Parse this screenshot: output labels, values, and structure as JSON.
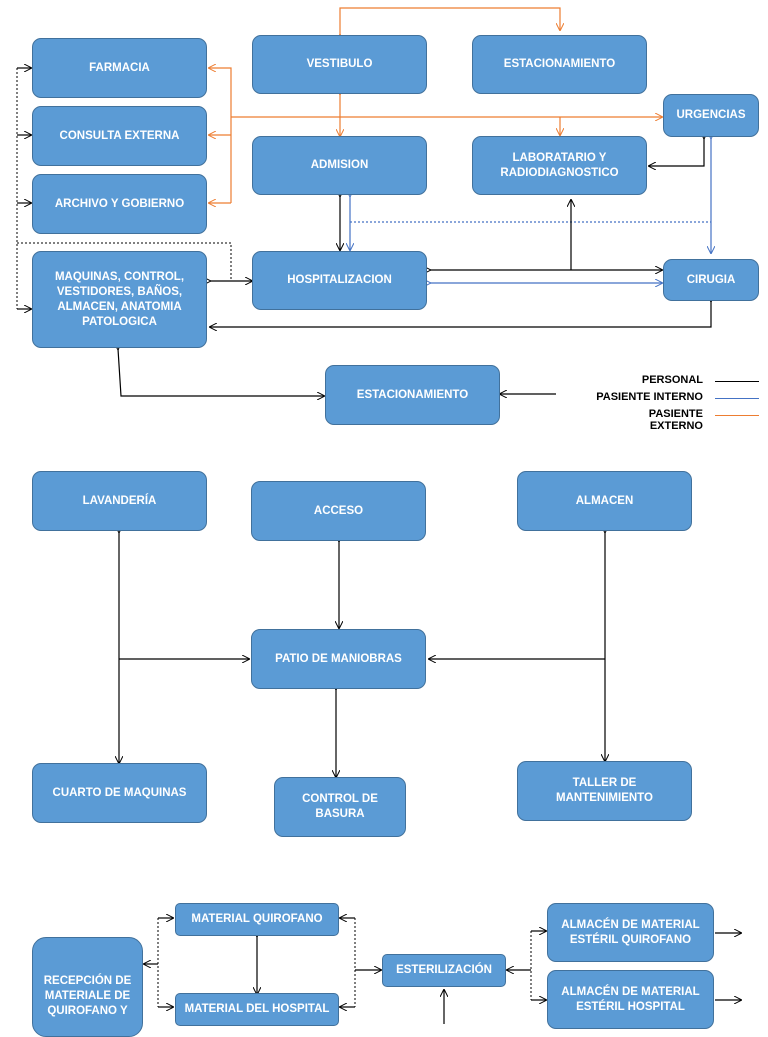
{
  "colors": {
    "box_fill": "#5b9bd5",
    "box_border": "#41719c",
    "personal": "#000000",
    "pasiente_interno": "#4472c4",
    "pasiente_externo": "#ed7d31"
  },
  "diagram1": {
    "farmacia": "FARMACIA",
    "consulta_externa": "CONSULTA EXTERNA",
    "archivo_gobierno": "ARCHIVO Y GOBIERNO",
    "maquinas": "MAQUINAS, CONTROL,\nVESTIDORES, BAÑOS,\nALMACEN, ANATOMIA\nPATOLOGICA",
    "vestibulo": "VESTIBULO",
    "admision": "ADMISION",
    "hospitalizacion": "HOSPITALIZACION",
    "estacionamiento_top": "ESTACIONAMIENTO",
    "laboratorio": "LABORATARIO Y\nRADIODIAGNOSTICO",
    "urgencias": "URGENCIAS",
    "cirugia": "CIRUGIA",
    "estacionamiento_bottom": "ESTACIONAMIENTO",
    "legend": {
      "personal": "PERSONAL",
      "pasiente_interno": "PASIENTE INTERNO",
      "pasiente_externo": "PASIENTE EXTERNO"
    }
  },
  "diagram2": {
    "lavanderia": "LAVANDERÍA",
    "acceso": "ACCESO",
    "almacen": "ALMACEN",
    "patio": "PATIO DE MANIOBRAS",
    "cuarto_maquinas": "CUARTO DE MAQUINAS",
    "control_basura": "CONTROL DE\nBASURA",
    "taller": "TALLER DE\nMANTENIMIENTO"
  },
  "diagram3": {
    "material_quirofano": "MATERIAL QUIROFANO",
    "material_hospital": "MATERIAL DEL HOSPITAL",
    "recepcion": "RECEPCIÓN DE\nMATERIALE DE\nQUIROFANO Y",
    "esterilizacion": "ESTERILIZACIÓN",
    "almacen_quirofano": "ALMACÉN DE MATERIAL\nESTÉRIL QUIROFANO",
    "almacen_hospital": "ALMACÉN DE MATERIAL\nESTÉRIL HOSPITAL"
  }
}
